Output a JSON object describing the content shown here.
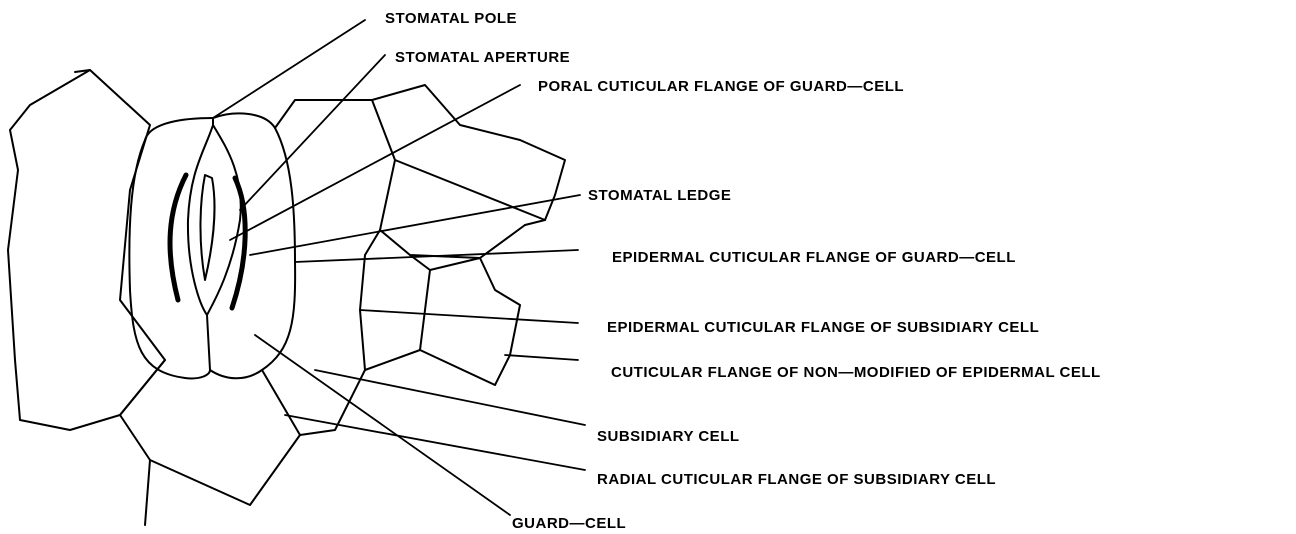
{
  "labels": {
    "stomatal_pole": "STOMATAL POLE",
    "stomatal_aperture": "STOMATAL APERTURE",
    "poral_flange": "PORAL CUTICULAR FLANGE OF GUARD—CELL",
    "stomatal_ledge": "STOMATAL LEDGE",
    "epidermal_flange_guard": "EPIDERMAL CUTICULAR FLANGE OF GUARD—CELL",
    "epidermal_flange_subsidiary": "EPIDERMAL CUTICULAR FLANGE OF SUBSIDIARY CELL",
    "non_modified_flange": "CUTICULAR FLANGE OF NON—MODIFIED OF EPIDERMAL CELL",
    "subsidiary_cell": "SUBSIDIARY CELL",
    "radial_flange": "RADIAL CUTICULAR FLANGE OF SUBSIDIARY CELL",
    "guard_cell": "GUARD—CELL"
  }
}
